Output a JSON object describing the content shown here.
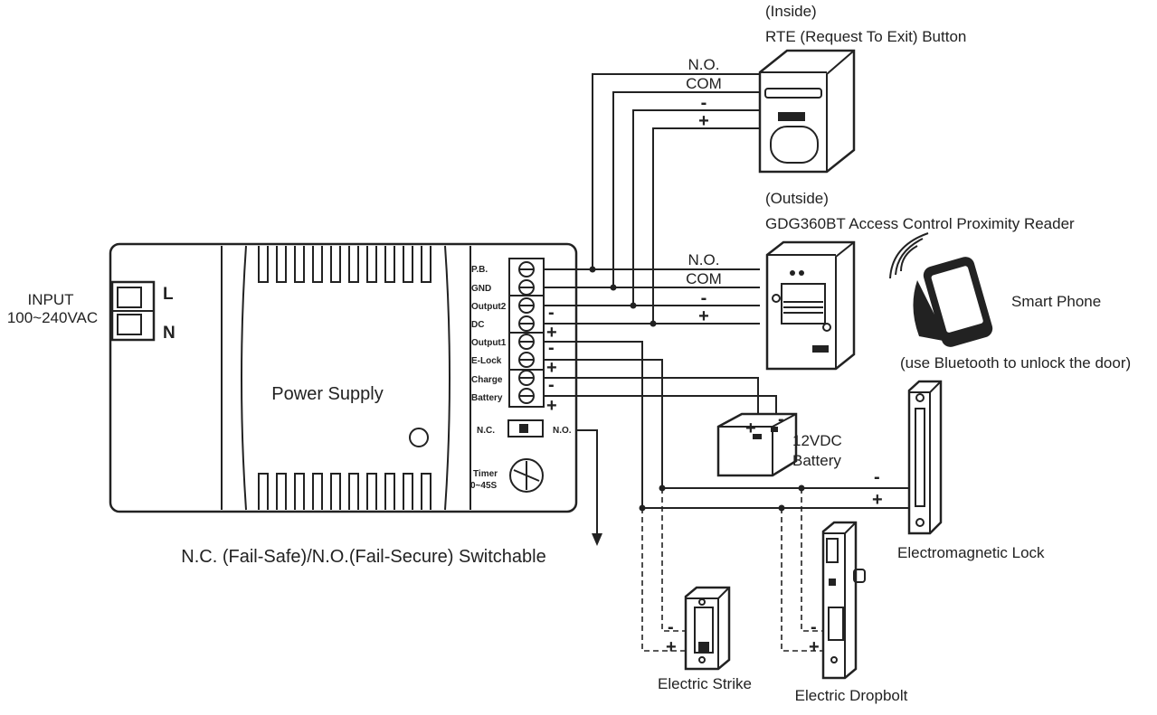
{
  "input": {
    "title": "INPUT",
    "range": "100~240VAC",
    "l": "L",
    "n": "N"
  },
  "power_supply": {
    "title": "Power Supply"
  },
  "terminals": [
    "P.B.",
    "GND",
    "Output2",
    "DC",
    "Output1",
    "E-Lock",
    "Charge",
    "Battery"
  ],
  "switch": {
    "nc": "N.C.",
    "no": "N.O."
  },
  "timer": {
    "label": "Timer",
    "range": "0~45S"
  },
  "mode_note": "N.C. (Fail-Safe)/N.O.(Fail-Secure) Switchable",
  "rte": {
    "location": "(Inside)",
    "title": "RTE (Request To Exit) Button",
    "wires": [
      "N.O.",
      "COM",
      "-",
      "+"
    ]
  },
  "reader": {
    "location": "(Outside)",
    "title": "GDG360BT Access Control Proximity Reader",
    "wires": [
      "N.O.",
      "COM",
      "-",
      "+"
    ]
  },
  "phone": {
    "title": "Smart Phone",
    "note": "(use Bluetooth to unlock the door)"
  },
  "battery": {
    "voltage": "12VDC",
    "label": "Battery"
  },
  "maglock": {
    "title": "Electromagnetic Lock"
  },
  "strike": {
    "title": "Electric Strike"
  },
  "dropbolt": {
    "title": "Electric Dropbolt"
  },
  "signs": {
    "minus": "-",
    "plus": "+"
  },
  "colors": {
    "line": "#222222",
    "background": "#ffffff"
  }
}
